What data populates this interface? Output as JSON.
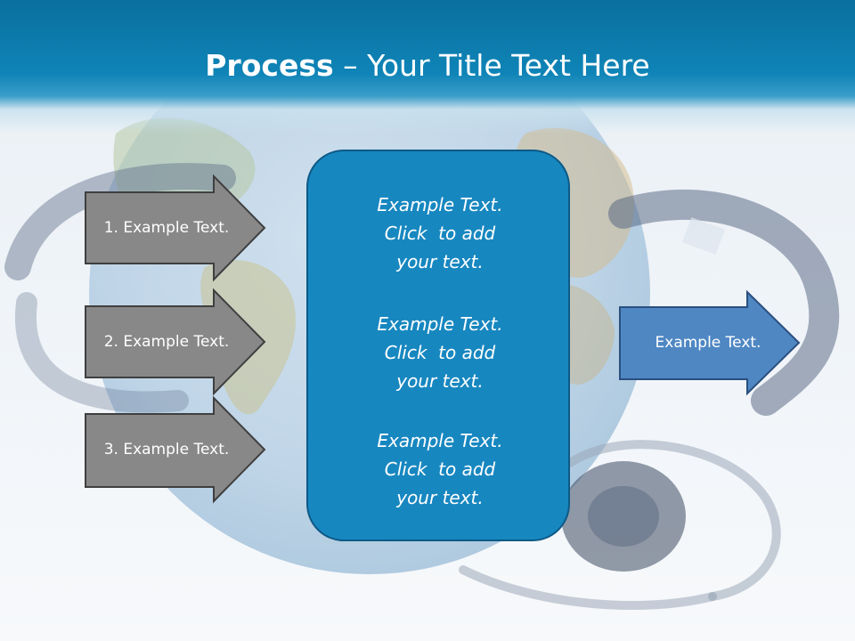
{
  "slide": {
    "title_bold": "Process",
    "title_rest": " – Your Title Text Here",
    "steps": [
      {
        "label": "1. Example Text."
      },
      {
        "label": "2. Example Text."
      },
      {
        "label": "3. Example Text."
      }
    ],
    "center_blocks": [
      {
        "line1": "Example Text.",
        "line2": "Click  to add",
        "line3": "your text."
      },
      {
        "line1": "Example Text.",
        "line2": "Click  to add",
        "line3": "your text."
      },
      {
        "line1": "Example Text.",
        "line2": "Click  to add",
        "line3": "your text."
      }
    ],
    "output_label": "Example Text."
  },
  "colors": {
    "header_blue": "#0f84b7",
    "step_gray": "#888888",
    "center_blue": "#1787c0",
    "output_blue": "#4f87c3"
  }
}
